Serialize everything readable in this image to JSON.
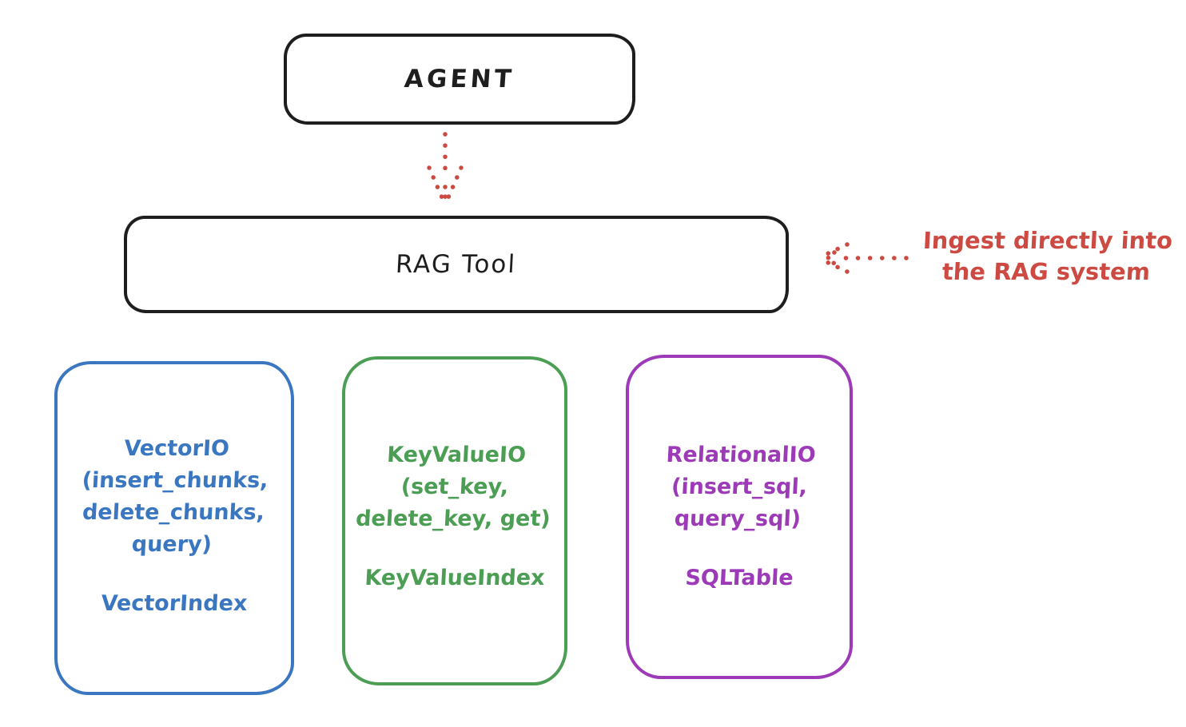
{
  "diagram": {
    "agent": {
      "label": "AGENT"
    },
    "rag_tool": {
      "label": "RAG Tool"
    },
    "ingest_note": {
      "text": "Ingest directly into\nthe RAG system",
      "color": "#cd4a42"
    },
    "connectors": [
      {
        "name": "agent-to-rag-tool",
        "style": "dotted",
        "color": "#cd4a42",
        "direction": "down"
      },
      {
        "name": "note-to-rag-tool",
        "style": "dotted",
        "color": "#cd4a42",
        "direction": "left"
      }
    ],
    "storage_nodes": [
      {
        "id": "vector-io",
        "body": "VectorIO\n(insert_chunks,\ndelete_chunks,\nquery)",
        "footer": "VectorIndex",
        "color": "#3b77c1"
      },
      {
        "id": "key-value-io",
        "body": "KeyValueIO\n(set_key,\ndelete_key, get)",
        "footer": "KeyValueIndex",
        "color": "#4b9e54"
      },
      {
        "id": "relational-io",
        "body": "RelationalIO\n(insert_sql,\nquery_sql)",
        "footer": "SQLTable",
        "color": "#9c3ab8"
      }
    ],
    "colors": {
      "stroke": "#1e1e1e",
      "background": "#ffffff",
      "red": "#cd4a42",
      "blue": "#3b77c1",
      "green": "#4b9e54",
      "purple": "#9c3ab8"
    }
  }
}
